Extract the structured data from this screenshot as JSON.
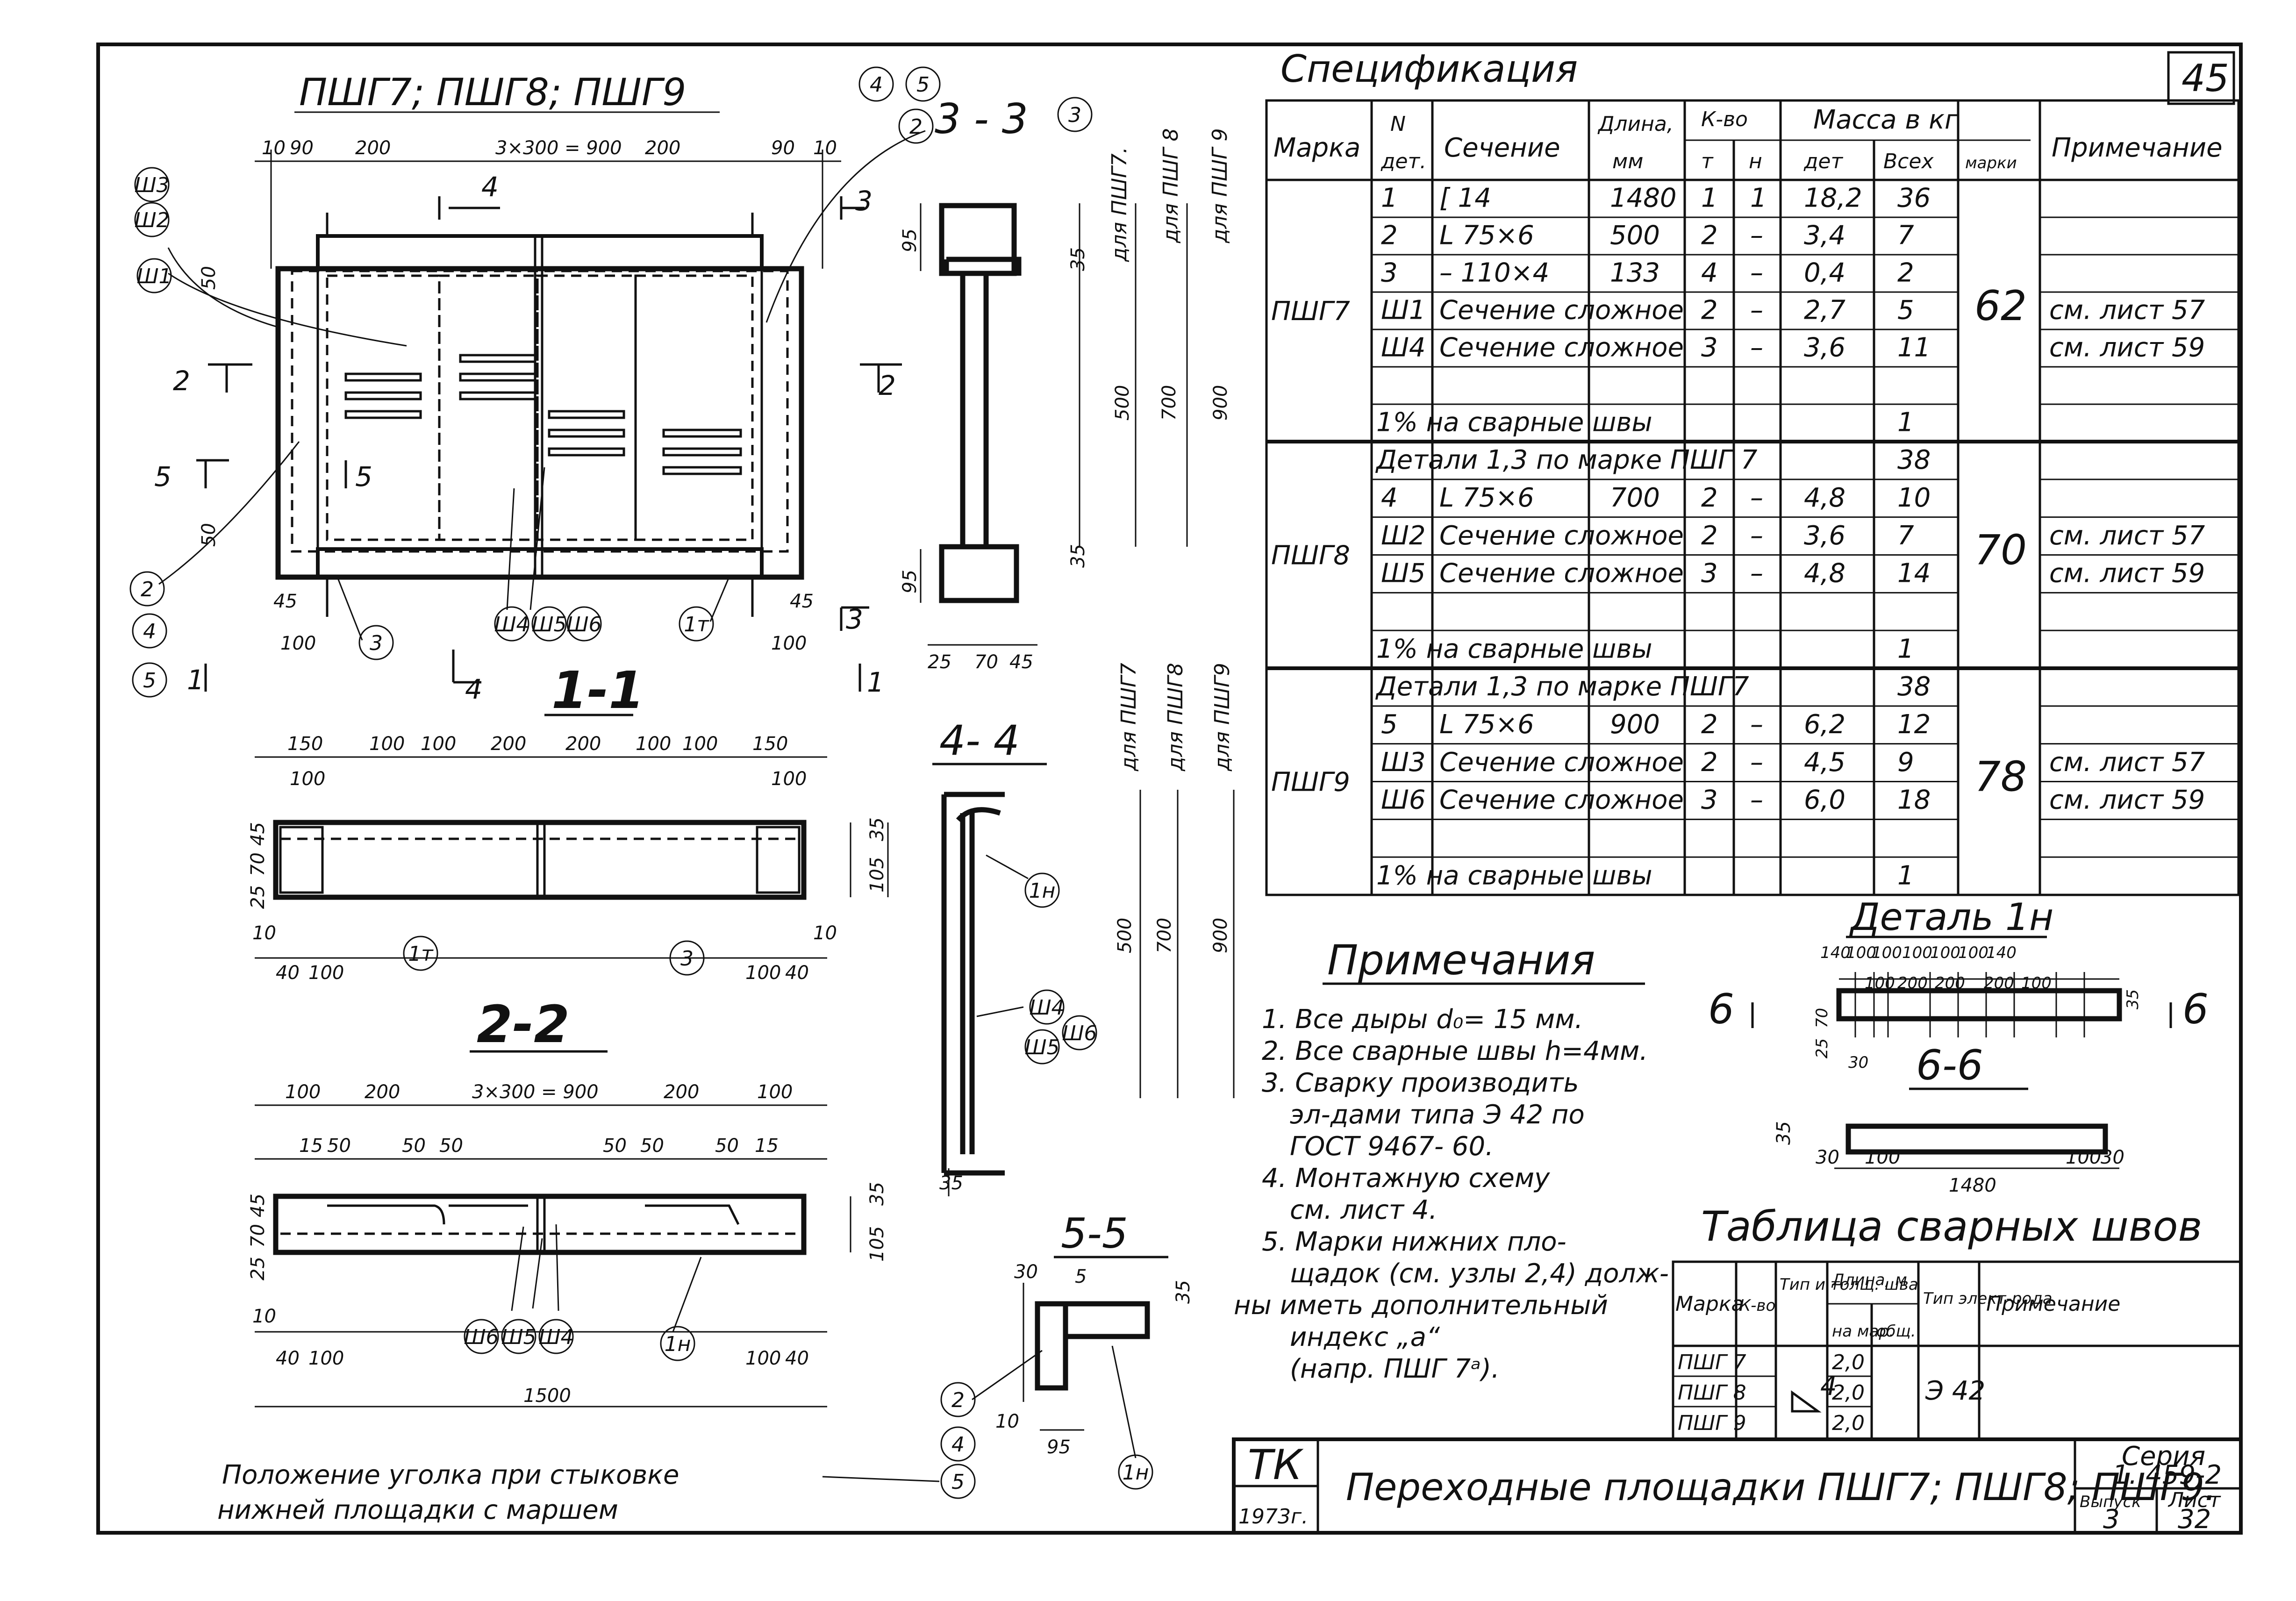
{
  "plan": {
    "title": "ПШГ7; ПШГ8; ПШГ9",
    "dims_top": [
      "10",
      "90",
      "200",
      "3×300 = 900",
      "200",
      "90",
      "10"
    ],
    "dims_side": [
      "50",
      "50"
    ],
    "dims_bottom": [
      "45",
      "100",
      "45",
      "100"
    ],
    "cuts": [
      "4",
      "3",
      "2",
      "2",
      "5",
      "5",
      "1",
      "1",
      "3",
      "4"
    ],
    "callouts": [
      "Ш3",
      "Ш2",
      "Ш1",
      "2",
      "4",
      "5",
      "3",
      "Ш4",
      "Ш5",
      "Ш6",
      "1т",
      "4",
      "5",
      "2",
      "3"
    ]
  },
  "sections": {
    "s33": "3 - 3",
    "s11": "1-1",
    "s22": "2-2",
    "s44": "4- 4",
    "s55": "5-5",
    "s33_dims": [
      "95",
      "35",
      "95",
      "35",
      "25",
      "70",
      "45"
    ],
    "s33_heights": [
      "500",
      "700",
      "900"
    ],
    "s33_for": [
      "для ПШГ7.",
      "для ПШГ 8",
      "для ПШГ 9"
    ],
    "s11_dims_top": [
      "150",
      "100",
      "100",
      "200",
      "200",
      "100",
      "100",
      "150"
    ],
    "s11_dims_inner": [
      "100",
      "100"
    ],
    "s11_dims_left": [
      "45",
      "70",
      "25"
    ],
    "s11_dims_right": [
      "35",
      "105"
    ],
    "s11_dims_bottom": [
      "10",
      "40",
      "100",
      "100",
      "40",
      "10"
    ],
    "s11_callouts": [
      "1т",
      "3"
    ],
    "s22_dims_top": [
      "100",
      "200",
      "3×300 = 900",
      "200",
      "100"
    ],
    "s22_dims_second": [
      "15",
      "50",
      "50",
      "50",
      "50",
      "50",
      "50",
      "15"
    ],
    "s22_dims_left": [
      "45",
      "70",
      "25"
    ],
    "s22_dims_right": [
      "35",
      "105"
    ],
    "s22_dims_bottom": [
      "10",
      "40",
      "100",
      "100",
      "40"
    ],
    "s22_total": "1500",
    "s22_callouts": [
      "Ш6",
      "Ш5",
      "Ш4",
      "1н"
    ],
    "s44_for": [
      "для ПШГ7",
      "для ПШГ8",
      "для ПШГ9"
    ],
    "s44_heights": [
      "500",
      "700",
      "900"
    ],
    "s44_dims": [
      "35"
    ],
    "s44_callouts": [
      "1н",
      "Ш4",
      "Ш5",
      "Ш6"
    ],
    "s55_dims": [
      "30",
      "5",
      "35",
      "10",
      "95"
    ],
    "s55_callouts": [
      "2",
      "4",
      "5",
      "1н"
    ]
  },
  "spec": {
    "title": "Спецификация",
    "sheet_number": "45",
    "headers": {
      "marka": "Марка",
      "n": "N",
      "det": "дет.",
      "section": "Сечение",
      "length": "Длина,",
      "mm": "мм",
      "qty": "К-во",
      "t": "т",
      "n2": "н",
      "mass": "Масса в кг",
      "mass_det": "дет",
      "mass_all": "Всех",
      "mass_marka": "марки",
      "note": "Примечание"
    },
    "groups": [
      {
        "marka": "ПШГ7",
        "mass_marka": "62",
        "rows": [
          {
            "n": "1",
            "section": "[ 14",
            "length": "1480",
            "t": "1",
            "h": "1",
            "det": "18,2",
            "all": "36",
            "note": ""
          },
          {
            "n": "2",
            "section": "L 75×6",
            "length": "500",
            "t": "2",
            "h": "–",
            "det": "3,4",
            "all": "7",
            "note": ""
          },
          {
            "n": "3",
            "section": "– 110×4",
            "length": "133",
            "t": "4",
            "h": "–",
            "det": "0,4",
            "all": "2",
            "note": ""
          },
          {
            "n": "Ш1",
            "section": "Сечение сложное",
            "length": "",
            "t": "2",
            "h": "–",
            "det": "2,7",
            "all": "5",
            "note": "см. лист 57"
          },
          {
            "n": "Ш4",
            "section": "Сечение сложное",
            "length": "",
            "t": "3",
            "h": "–",
            "det": "3,6",
            "all": "11",
            "note": "см. лист 59"
          },
          {
            "n": "",
            "section": "",
            "length": "",
            "t": "",
            "h": "",
            "det": "",
            "all": "",
            "note": ""
          },
          {
            "n": "",
            "section": "1% на сварные швы",
            "length": "",
            "t": "",
            "h": "",
            "det": "",
            "all": "1",
            "note": ""
          }
        ]
      },
      {
        "marka": "ПШГ8",
        "mass_marka": "70",
        "rows": [
          {
            "n": "",
            "section": "Детали 1,3 по марке ПШГ 7",
            "length": "",
            "t": "",
            "h": "",
            "det": "",
            "all": "38",
            "note": ""
          },
          {
            "n": "4",
            "section": "L 75×6",
            "length": "700",
            "t": "2",
            "h": "–",
            "det": "4,8",
            "all": "10",
            "note": ""
          },
          {
            "n": "Ш2",
            "section": "Сечение сложное",
            "length": "",
            "t": "2",
            "h": "–",
            "det": "3,6",
            "all": "7",
            "note": "см. лист 57"
          },
          {
            "n": "Ш5",
            "section": "Сечение сложное",
            "length": "",
            "t": "3",
            "h": "–",
            "det": "4,8",
            "all": "14",
            "note": "см. лист 59"
          },
          {
            "n": "",
            "section": "",
            "length": "",
            "t": "",
            "h": "",
            "det": "",
            "all": "",
            "note": ""
          },
          {
            "n": "",
            "section": "1% на сварные швы",
            "length": "",
            "t": "",
            "h": "",
            "det": "",
            "all": "1",
            "note": ""
          }
        ]
      },
      {
        "marka": "ПШГ9",
        "mass_marka": "78",
        "rows": [
          {
            "n": "",
            "section": "Детали 1,3 по марке ПШГ7",
            "length": "",
            "t": "",
            "h": "",
            "det": "",
            "all": "38",
            "note": ""
          },
          {
            "n": "5",
            "section": "L 75×6",
            "length": "900",
            "t": "2",
            "h": "–",
            "det": "6,2",
            "all": "12",
            "note": ""
          },
          {
            "n": "Ш3",
            "section": "Сечение сложное",
            "length": "",
            "t": "2",
            "h": "–",
            "det": "4,5",
            "all": "9",
            "note": "см. лист 57"
          },
          {
            "n": "Ш6",
            "section": "Сечение сложное",
            "length": "",
            "t": "3",
            "h": "–",
            "det": "6,0",
            "all": "18",
            "note": "см. лист 59"
          },
          {
            "n": "",
            "section": "",
            "length": "",
            "t": "",
            "h": "",
            "det": "",
            "all": "",
            "note": ""
          },
          {
            "n": "",
            "section": "1% на сварные швы",
            "length": "",
            "t": "",
            "h": "",
            "det": "",
            "all": "1",
            "note": ""
          }
        ]
      }
    ]
  },
  "detail": {
    "title": "Деталь 1н",
    "s66": "6-6",
    "cut_left": "6",
    "cut_right": "6",
    "dims_top": [
      "140",
      "100",
      "100",
      "100",
      "100",
      "100",
      "140"
    ],
    "dims_second": [
      "100",
      "200",
      "200",
      "200",
      "100"
    ],
    "dims_side": [
      "70",
      "25",
      "35"
    ],
    "dim_30": "30",
    "s66_dims": [
      "35",
      "30",
      "100",
      "100",
      "30"
    ],
    "s66_total": "1480"
  },
  "notes": {
    "title": "Примечания",
    "lines": [
      "1. Все дыры d₀= 15 мм.",
      "2. Все сварные швы h=4мм.",
      "3. Сварку производить",
      "эл-дами типа Э 42 по",
      "ГОСТ 9467- 60.",
      "4. Монтажную схему",
      "см. лист 4.",
      "5. Марки нижних пло-",
      "щадок (см. узлы 2,4) долж-",
      "ны иметь дополнительный",
      "индекс „а“",
      "(напр. ПШГ 7ᵃ)."
    ]
  },
  "weld": {
    "title": "Таблица сварных швов",
    "headers": {
      "marka": "Марка",
      "qty": "К-во",
      "type": "Тип и толщ. шва",
      "length": "Длина, м",
      "on_mark": "на мар.",
      "total": "общ.",
      "electrode": "Тип элект-рода",
      "note": "Примечание"
    },
    "rows": [
      {
        "marka": "ПШГ 7",
        "length": "2,0"
      },
      {
        "marka": "ПШГ 8",
        "length": "2,0"
      },
      {
        "marka": "ПШГ 9",
        "length": "2,0"
      }
    ],
    "thickness": "4",
    "electrode": "Э 42"
  },
  "title_block": {
    "org": "ТК",
    "year": "1973г.",
    "name": "Переходные площадки ПШГ7; ПШГ8; ПШГ9.",
    "series_label": "Серия",
    "series_value": "1. 459-2",
    "issue_label": "Выпуск",
    "issue_value": "3",
    "sheet_label": "Лист",
    "sheet_value": "32"
  },
  "caption": {
    "line1": "Положение уголка при стыковке",
    "line2": "нижней площадки с маршем"
  }
}
